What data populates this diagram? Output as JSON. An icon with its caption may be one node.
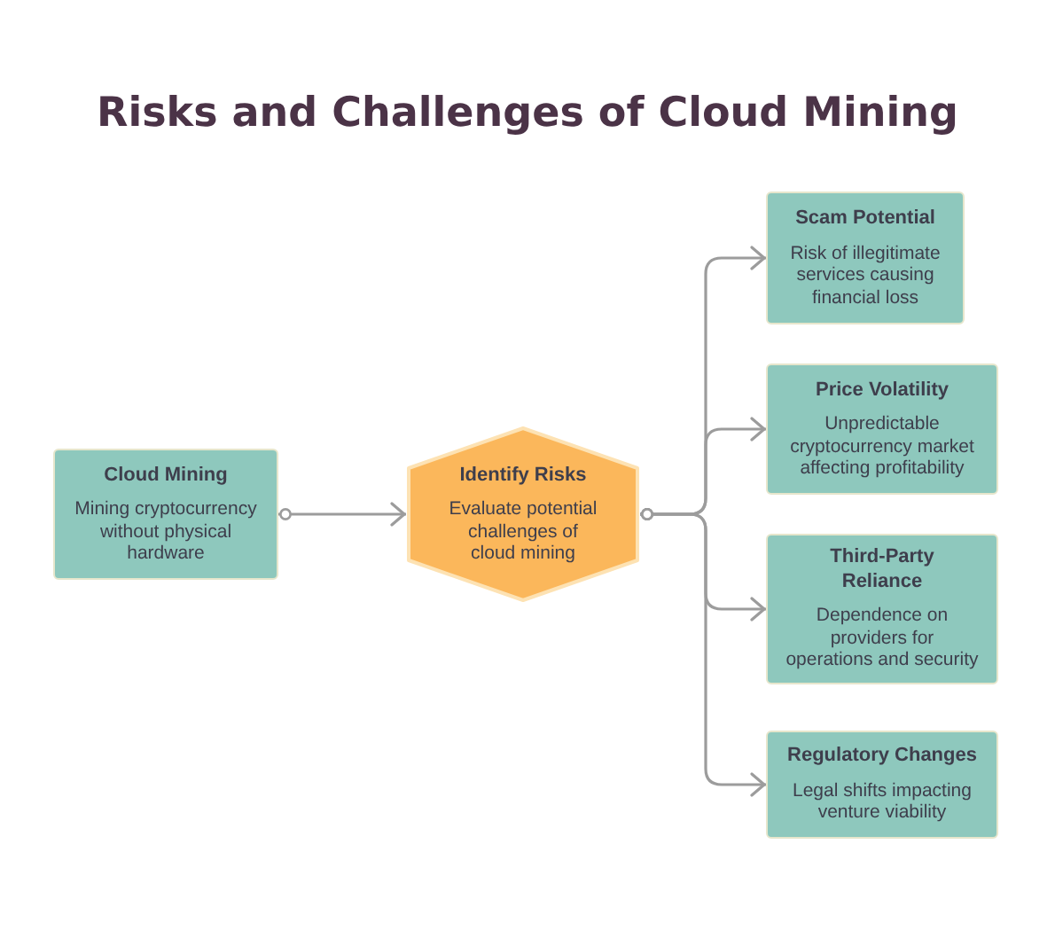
{
  "diagram": {
    "title": "Risks and Challenges of Cloud Mining",
    "nodes": [
      {
        "text": [
          "Cloud Mining",
          "Mining cryptocurrency without physical hardware"
        ]
      },
      {
        "text": [
          "Identify Risks",
          "Evaluate potential challenges of cloud mining"
        ]
      },
      {
        "text": [
          "Scam Potential",
          "Risk of illegitimate services causing financial loss"
        ]
      },
      {
        "text": [
          "Price Volatility",
          "Unpredictable cryptocurrency market affecting profitability"
        ]
      },
      {
        "text": [
          "Third-Party Reliance",
          "Dependence on providers for operations and security"
        ]
      },
      {
        "text": [
          "Regulatory Changes",
          "Legal shifts impacting venture viability"
        ]
      }
    ],
    "edges": [
      {
        "from": 0,
        "to": 1,
        "arrow": "to"
      },
      {
        "from": 1,
        "to": 2,
        "arrow": "to"
      },
      {
        "from": 1,
        "to": 3,
        "arrow": "to"
      },
      {
        "from": 1,
        "to": 4,
        "arrow": "to"
      },
      {
        "from": 1,
        "to": 5,
        "arrow": "to"
      }
    ]
  }
}
